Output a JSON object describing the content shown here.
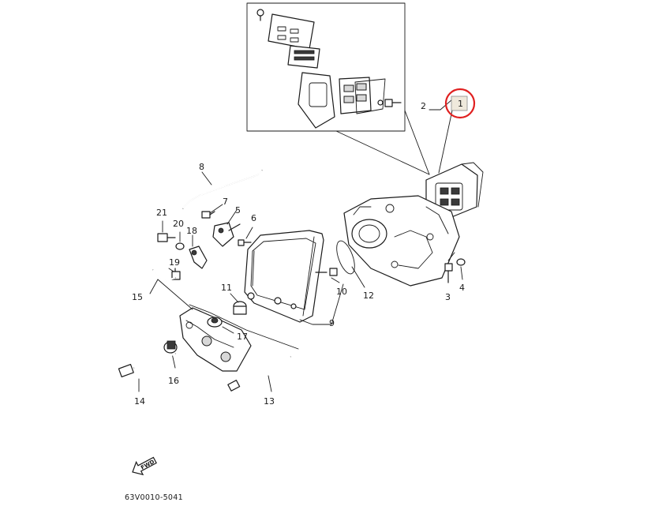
{
  "diagram": {
    "catalog_code": "63V0010-5041",
    "fwd_label": "FWD",
    "callouts": [
      "1",
      "2",
      "3",
      "4",
      "5",
      "6",
      "7",
      "8",
      "9",
      "10",
      "11",
      "12",
      "13",
      "14",
      "15",
      "16",
      "17",
      "18",
      "19",
      "20",
      "21"
    ],
    "highlight_color": "#e02020",
    "highlighted_callout": "1"
  }
}
